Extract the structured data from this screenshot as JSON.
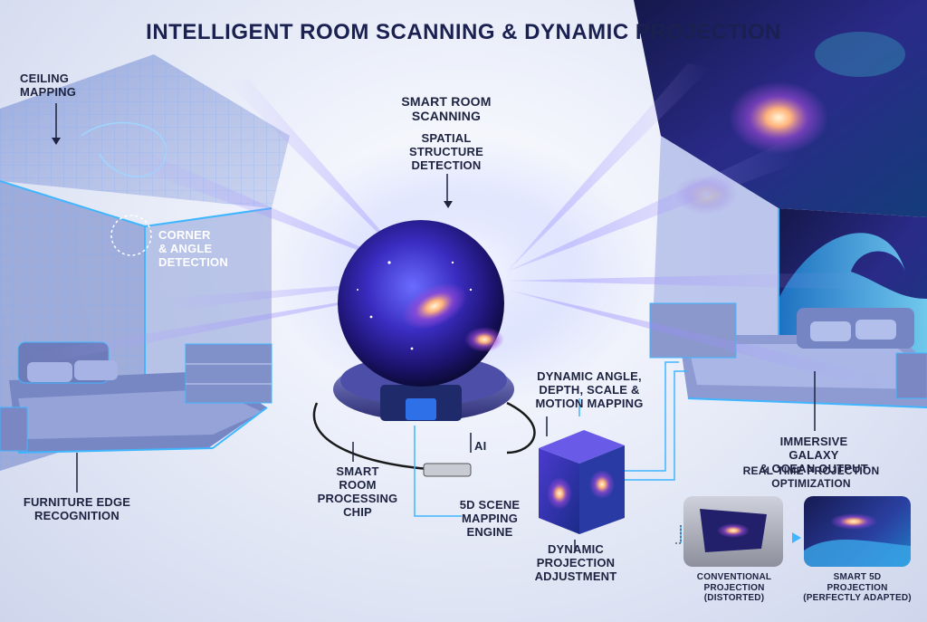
{
  "title": "INTELLIGENT ROOM SCANNING & DYNAMIC PROJECTION",
  "labels": {
    "ceiling_mapping": [
      "CEILING",
      "MAPPING"
    ],
    "corner_angle": [
      "CORNER",
      "& ANGLE",
      "DETECTION"
    ],
    "smart_room_scanning": [
      "SMART ROOM",
      "SCANNING"
    ],
    "spatial_structure": [
      "SPATIAL",
      "STRUCTURE",
      "DETECTION"
    ],
    "dynamic_angle": [
      "DYNAMIC ANGLE,",
      "DEPTH, SCALE &",
      "MOTION MAPPING"
    ],
    "ai": "AI",
    "processing_chip": [
      "SMART",
      "ROOM",
      "PROCESSING",
      "CHIP"
    ],
    "furniture_edge": [
      "FURNITURE EDGE",
      "RECOGNITION"
    ],
    "scene_mapping": [
      "5D SCENE",
      "MAPPING",
      "ENGINE"
    ],
    "projection_adjustment": [
      "DYNAMIC",
      "PROJECTION",
      "ADJUSTMENT"
    ],
    "immersive_output": [
      "IMMERSIVE GALAXY",
      "& OCEAN OUTPUT"
    ],
    "realtime_optimization": "REAL-TIME PROJECTION OPTIMIZATION",
    "conventional": [
      "CONVENTIONAL",
      "PROJECTION",
      "(DISTORTED)"
    ],
    "smart_5d": [
      "SMART 5D",
      "PROJECTION",
      "(PERFECTLY ADAPTED)"
    ]
  },
  "colors": {
    "title": "#1a2150",
    "label": "#1d2340",
    "neon": "#3fb6ff",
    "galaxy_purple": "#5a2fd1",
    "galaxy_blue": "#1a3fa8"
  }
}
